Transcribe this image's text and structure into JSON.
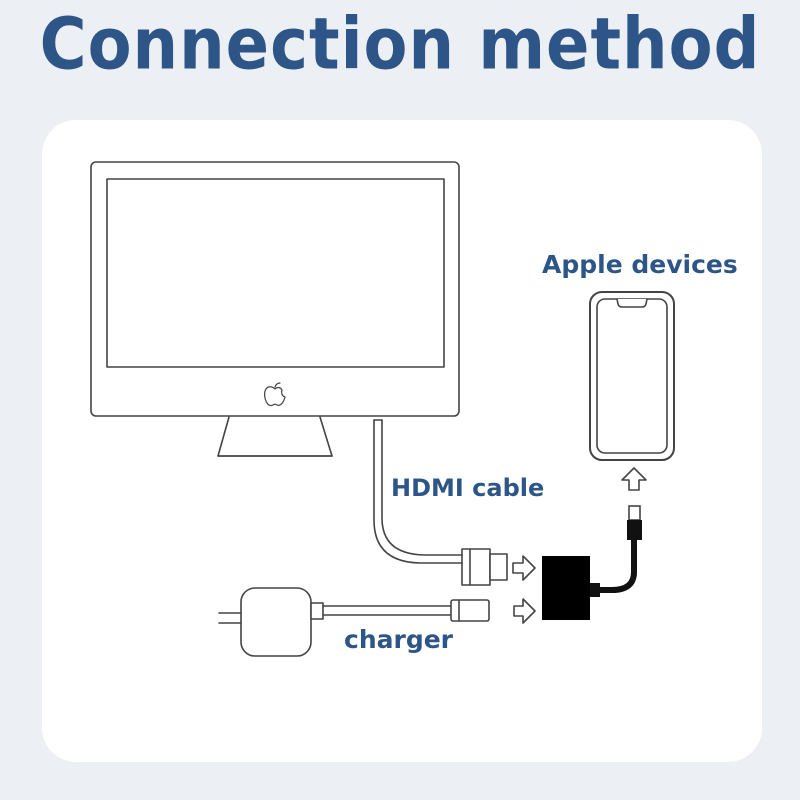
{
  "title": "Connection method",
  "labels": {
    "apple_devices": "Apple devices",
    "hdmi_cable": "HDMI cable",
    "charger": "charger"
  },
  "icons": [
    "monitor-icon",
    "apple-logo-icon",
    "phone-icon",
    "hdmi-plug-icon",
    "lightning-plug-icon",
    "charger-icon",
    "adapter-icon",
    "arrow-right-icon",
    "arrow-up-icon"
  ],
  "colors": {
    "title": "#2e5588",
    "background": "#eceff3",
    "card": "#ffffff",
    "line": "#444444"
  }
}
